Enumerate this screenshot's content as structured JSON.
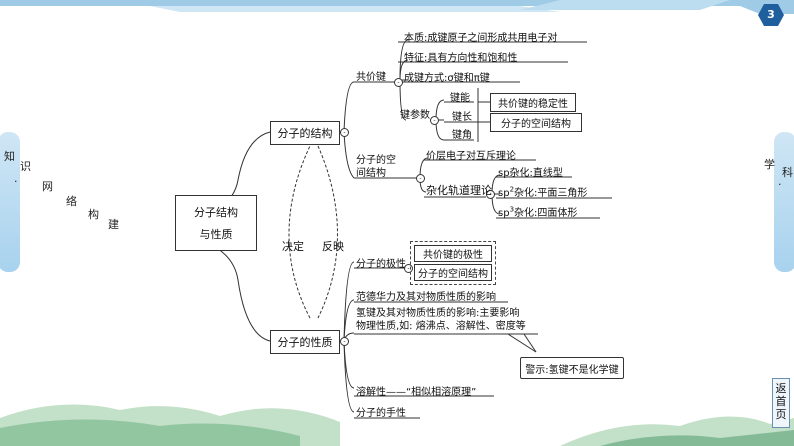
{
  "page_number": "3",
  "left_tab": [
    "知",
    "识",
    "·",
    "网",
    "络",
    "构",
    "建"
  ],
  "right_tab": [
    "学",
    "科",
    "·"
  ],
  "back_button": "返首页",
  "root": "分子结构\n与性质",
  "root_l1": "分子结构",
  "root_l2": "与性质",
  "structure": "分子的结构",
  "properties": "分子的性质",
  "decide": "决定",
  "reflect": "反映",
  "covalent": "共价键",
  "essence": "本质:成键原子之间形成共用电子对",
  "feature": "特征:具有方向性和饱和性",
  "bond_way": "成键方式:σ键和π键",
  "bond_param": "键参数",
  "bond_energy": "键能",
  "bond_length": "键长",
  "bond_angle": "键角",
  "stability": "共价键的稳定性",
  "space_struct": "分子的空间结构",
  "space_node_l1": "分子的空",
  "space_node_l2": "间结构",
  "vsepr": "价层电子对互斥理论",
  "hybrid": "杂化轨道理论",
  "sp": "sp杂化:直线型",
  "sp2_base": "sp",
  "sp2_sup": "2",
  "sp2_rest": "杂化:平面三角形",
  "sp3_base": "sp",
  "sp3_sup": "3",
  "sp3_rest": "杂化:四面体形",
  "polarity": "分子的极性",
  "bond_polarity": "共价键的极性",
  "mol_space": "分子的空间结构",
  "vdw": "范德华力及其对物质性质的影响",
  "hbond_l1": "氢键及其对物质性质的影响:主要影响",
  "hbond_l2": "物理性质,如: 熔沸点、溶解性、密度等",
  "warning": "警示:氢键不是化学键",
  "solubility": "溶解性——“相似相溶原理”",
  "chirality": "分子的手性"
}
